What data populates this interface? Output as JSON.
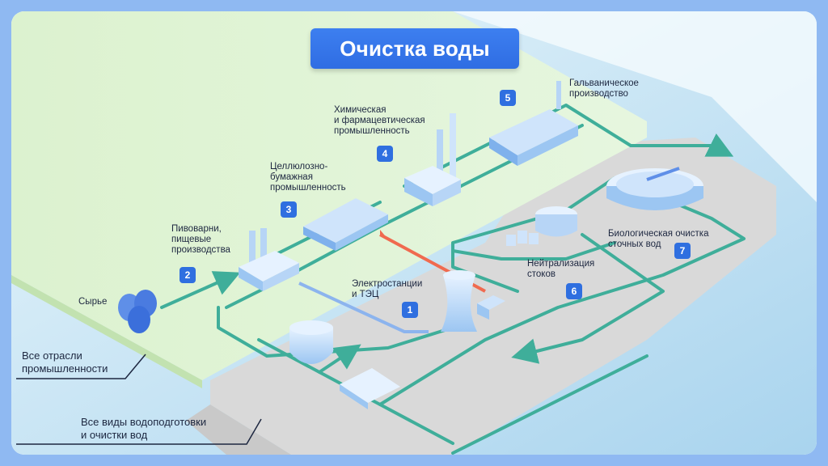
{
  "title": "Очистка воды",
  "labels": {
    "raw": "Сырье",
    "brew": "Пивоварни,\nпищевые\nпроизводства",
    "pulp": "Целлюлозно-\nбумажная\nпромышленность",
    "chem": "Химическая\nи фармацевтическая\nпромышленность",
    "galv": "Гальваническое\nпроизводство",
    "power": "Электростанции\nи ТЭЦ",
    "neutral": "Нейтрализация\nстоков",
    "bio": "Биологическая очистка\nсточных вод"
  },
  "badges": [
    "1",
    "2",
    "3",
    "4",
    "5",
    "6",
    "7"
  ],
  "legend": {
    "industry": "Все отрасли\nпромышленности",
    "water": "Все виды водоподготовки\nи очистки вод"
  },
  "colors": {
    "accent": "#2f6fe0",
    "pipe": "#3fae9a",
    "hot_pipe": "#f06a4f",
    "cool_pipe": "#8cb4ee",
    "green_zone": "#d8f0c8",
    "grey_zone": "#d9d9d9",
    "water": "#bfe0f2"
  }
}
